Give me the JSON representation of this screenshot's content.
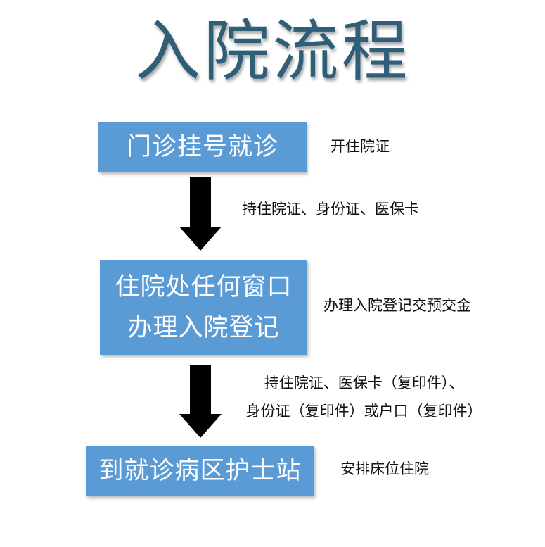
{
  "title": "入院流程",
  "steps": [
    {
      "lines": [
        "门诊挂号就诊"
      ]
    },
    {
      "lines": [
        "住院处任何窗口",
        "办理入院登记"
      ]
    },
    {
      "lines": [
        "到就诊病区护士站"
      ]
    }
  ],
  "notes": {
    "step1_side": "开住院证",
    "arrow1": "持住院证、身份证、医保卡",
    "step2_side": "办理入院登记交预交金",
    "arrow2_line1": "持住院证、医保卡（复印件）、",
    "arrow2_line2": "身份证（复印件）或户口（复印件）",
    "step3_side": "安排床位住院"
  },
  "colors": {
    "title": "#2e5f77",
    "step_fill": "#5b9bd5",
    "step_text": "#ffffff",
    "arrow": "#000000"
  }
}
